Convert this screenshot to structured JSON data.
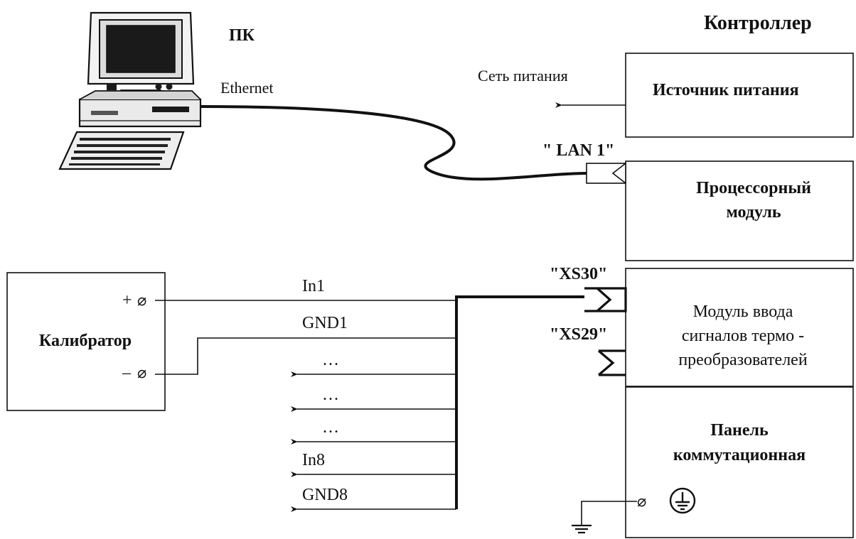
{
  "pc": {
    "label": "ПК",
    "cable_label": "Ethernet"
  },
  "controller": {
    "title": "Контроллер",
    "power_network_label": "Сеть питания",
    "power_supply": "Источник питания",
    "lan_port": "\" LAN 1\"",
    "processor": [
      "Процессорный",
      "модуль"
    ],
    "xs30": "\"XS30\"",
    "xs29": "\"XS29\"",
    "input_module": [
      "Модуль ввода",
      "сигналов термо -",
      "преобразователей"
    ],
    "panel": [
      "Панель",
      "коммутационная"
    ]
  },
  "calibrator": {
    "label": "Калибратор",
    "plus": "+",
    "minus": "–",
    "terminal_symbol": "⌀"
  },
  "channels": {
    "in1": "In1",
    "gnd1": "GND1",
    "dots1": "…",
    "dots2": "…",
    "dots3": "…",
    "in8": "In8",
    "gnd8": "GND8"
  },
  "ground": {
    "terminal_symbol": "⌀"
  }
}
